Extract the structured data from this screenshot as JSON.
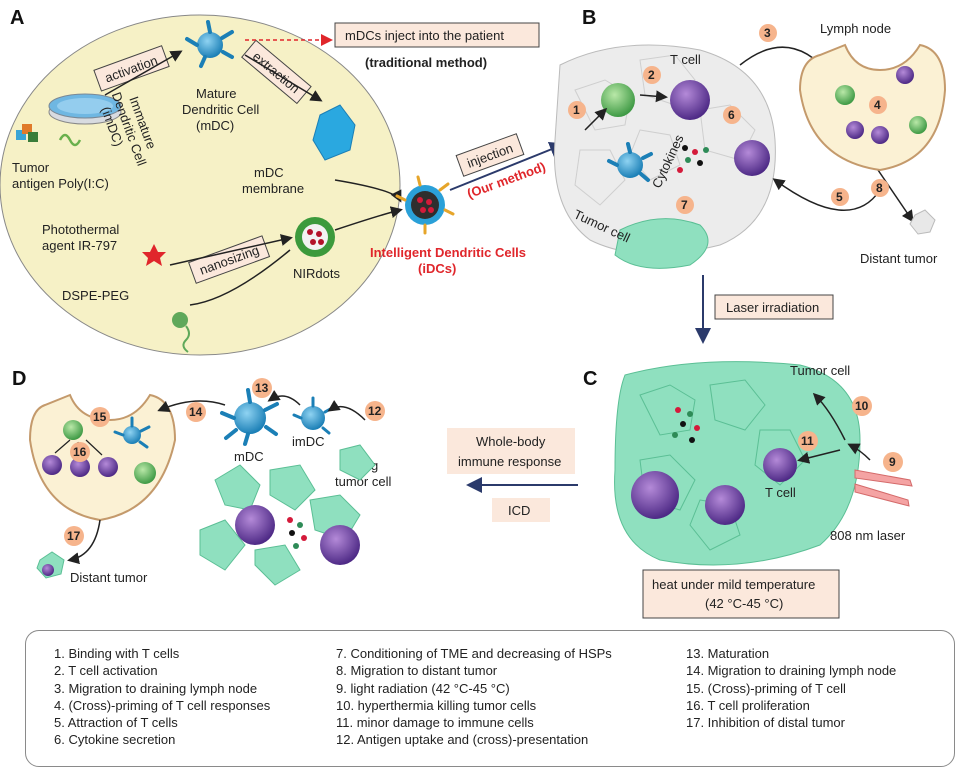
{
  "panels": {
    "a": "A",
    "b": "B",
    "c": "C",
    "d": "D"
  },
  "panel_a": {
    "activation": "activation",
    "extraction": "extraction",
    "nanosizing": "nanosizing",
    "mdc_inject": "mDCs inject into the patient",
    "traditional": "(traditional method)",
    "mature_1": "Mature",
    "mature_2": "Dendritic Cell",
    "mature_3": "(mDC)",
    "immature_1": "Immature",
    "immature_2": "Dendritic Cell",
    "immature_3": "(imDC)",
    "tumor_antigen": "Tumor",
    "antigen_label": "antigen Poly(I:C)",
    "mdc_membrane_1": "mDC",
    "mdc_membrane_2": "membrane",
    "photothermal_1": "Photothermal",
    "photothermal_2": "agent IR-797",
    "nirdots": "NIRdots",
    "dspe": "DSPE-PEG",
    "injection": "injection",
    "our_method": "(Our method)",
    "idc_1": "Intelligent Dendritic Cells",
    "idc_2": "(iDCs)"
  },
  "panel_b": {
    "t_cell": "T cell",
    "lymph_node": "Lymph node",
    "cytokines": "Cytokines",
    "tumor_cell": "Tumor cell",
    "distant_tumor": "Distant tumor",
    "laser_irradiation": "Laser  irradiation",
    "numbers": [
      "1",
      "2",
      "3",
      "4",
      "5",
      "6",
      "7",
      "8"
    ]
  },
  "panel_c": {
    "tumor_cell": "Tumor cell",
    "t_cell": "T cell",
    "laser": "808 nm laser",
    "heat_1": "heat under mild temperature",
    "heat_2": "(42 °C-45 °C)",
    "numbers": [
      "9",
      "10",
      "11"
    ]
  },
  "middle": {
    "whole_body_1": "Whole-body",
    "whole_body_2": "immune response",
    "icd": "ICD"
  },
  "panel_d": {
    "mdc": "mDC",
    "imdc": "imDC",
    "dying_1": "Dying",
    "dying_2": "tumor cell",
    "distant_tumor": "Distant tumor",
    "numbers": [
      "12",
      "13",
      "14",
      "15",
      "16",
      "17"
    ]
  },
  "legend": {
    "col1": [
      "1.   Binding with T cells",
      "2.   T cell activation",
      "3.   Migration to draining lymph node",
      "4.   (Cross)-priming of T cell responses",
      "5.   Attraction of T cells",
      "6.   Cytokine secretion"
    ],
    "col2": [
      "7.   Conditioning of TME and decreasing of HSPs",
      "8.   Migration to distant tumor",
      "9.   light radiation  (42 °C-45 °C)",
      "10.  hyperthermia killing tumor cells",
      "11. minor damage to immune cells",
      "12. Antigen uptake and (cross)-presentation"
    ],
    "col3": [
      "13. Maturation",
      "14. Migration to draining lymph node",
      "15. (Cross)-priming of T cell",
      "16. T cell proliferation",
      "17. Inhibition of distal tumor"
    ]
  },
  "colors": {
    "circle_fill": "#f6f1c6",
    "tumor_green": "#8fe0bf",
    "tumor_gray": "#e6e6e6",
    "lymph_fill": "#fbf1d4",
    "lymph_stroke": "#c49a6c",
    "tcell_purple": "#6b3fa0",
    "tcell_green": "#5fb85a",
    "dc_blue": "#2aa0d8",
    "number_orange": "#f6b48c",
    "box_fill": "#fbe8dc",
    "arrow_navy": "#2b3a6b",
    "red": "#e0262b"
  }
}
